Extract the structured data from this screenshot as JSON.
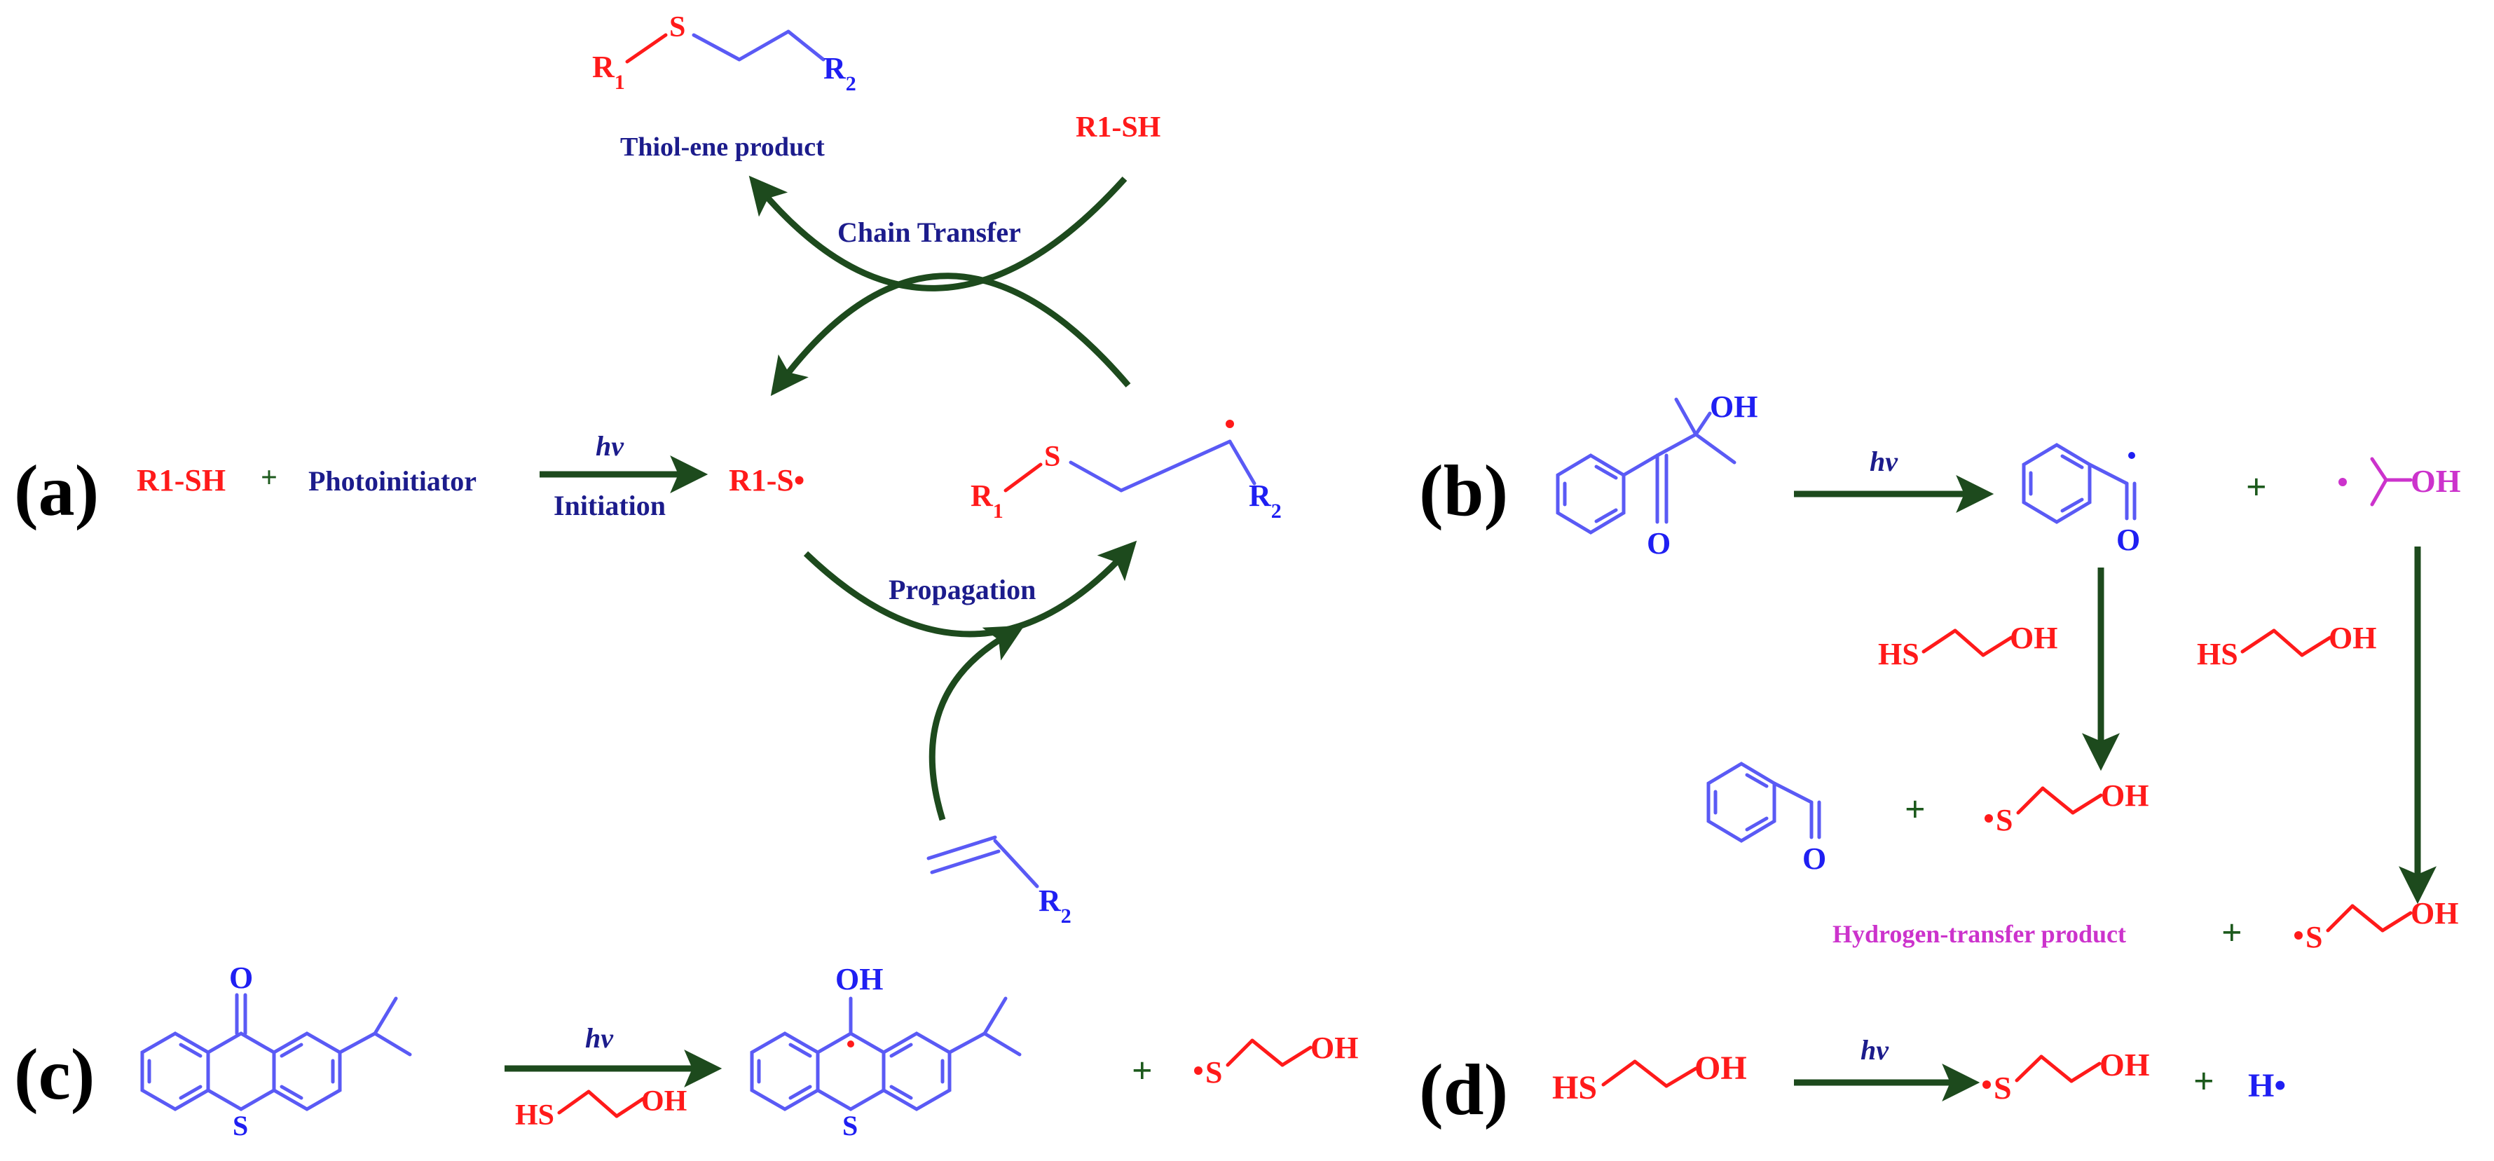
{
  "panels": {
    "a": "(a)",
    "b": "(b)",
    "c": "(c)",
    "d": "(d)"
  },
  "colors": {
    "red": "#ff1a1a",
    "navy": "#1c1c8c",
    "blue": "#1f1ff2",
    "purple": "#cc33cc",
    "arrow_green": "#1d4a1d"
  },
  "a": {
    "reactant_thiol": "R1-SH",
    "plus": "+",
    "photoinitiator": "Photoinitiator",
    "hv": "hv",
    "initiation": "Initiation",
    "thiyl_radical": "R1-S•",
    "product_label": "Thiol-ene product",
    "thiol_top": "R1-SH",
    "chain_transfer": "Chain Transfer",
    "propagation": "Propagation",
    "r1": "R1",
    "r2": "R2",
    "s": "S",
    "sub1": "1",
    "sub2": "2"
  },
  "b": {
    "oh": "OH",
    "o": "O",
    "hv": "hv",
    "plus": "+",
    "hs": "HS",
    "s": "S",
    "hydrogen_transfer": "Hydrogen-transfer product"
  },
  "c": {
    "o": "O",
    "oh": "OH",
    "s": "S",
    "hv": "hv",
    "hs": "HS",
    "plus": "+"
  },
  "d": {
    "hs": "HS",
    "oh": "OH",
    "hv": "hv",
    "s": "S",
    "plus": "+",
    "h_radical": "H•"
  }
}
